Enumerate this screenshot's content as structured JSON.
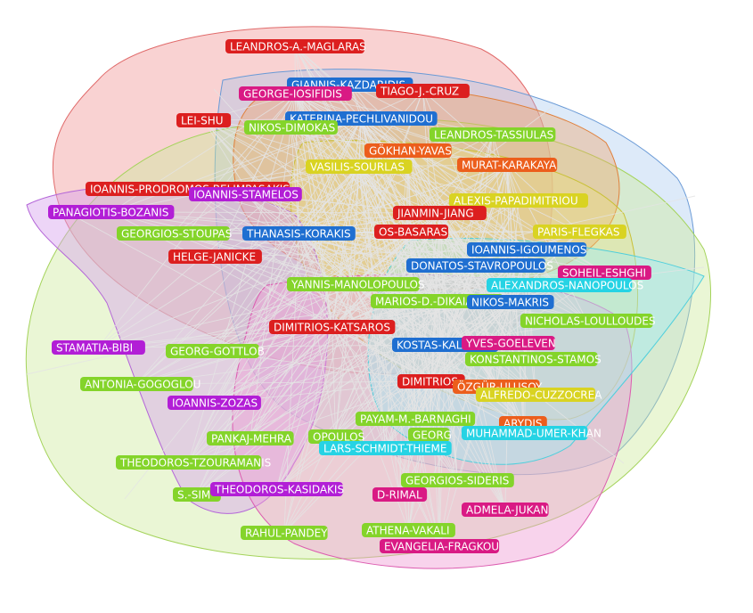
{
  "colors": {
    "red": "#dc1f1f",
    "blue": "#1f6fd1",
    "green": "#84d42a",
    "orange": "#ec5e1c",
    "yellow": "#d9d322",
    "purple": "#b21ed6",
    "pink": "#d91a84",
    "cyan": "#26d3e4"
  },
  "nodes": [
    {
      "label": "LEANDROS-A.-MAGLARAS",
      "color": "red"
    },
    {
      "label": "GIANNIS-KAZDARIDIS",
      "color": "blue"
    },
    {
      "label": "GEORGE-IOSIFIDIS",
      "color": "pink"
    },
    {
      "label": "TIAGO-J.-CRUZ",
      "color": "red"
    },
    {
      "label": "LEI-SHU",
      "color": "red"
    },
    {
      "label": "KATERINA-PECHLIVANIDOU",
      "color": "blue"
    },
    {
      "label": "NIKOS-DIMOKAS",
      "color": "green"
    },
    {
      "label": "LEANDROS-TASSIULAS",
      "color": "green"
    },
    {
      "label": "GÖKHAN-YAVAS",
      "color": "orange"
    },
    {
      "label": "VASILIS-SOURLAS",
      "color": "yellow"
    },
    {
      "label": "MURAT-KARAKAYA",
      "color": "orange"
    },
    {
      "label": "IOANNIS-PRODROMOS-BELIMPASAKIS",
      "color": "red"
    },
    {
      "label": "IOANNIS-STAMELOS",
      "color": "purple"
    },
    {
      "label": "ALEXIS-PAPADIMITRIOU",
      "color": "yellow"
    },
    {
      "label": "PANAGIOTIS-BOZANIS",
      "color": "purple"
    },
    {
      "label": "JIANMIN-JIANG",
      "color": "red"
    },
    {
      "label": "GEORGIOS-STOUPAS",
      "color": "green"
    },
    {
      "label": "THANASIS-KORAKIS",
      "color": "blue"
    },
    {
      "label": "OS-BASARAS",
      "color": "red"
    },
    {
      "label": "PARIS-FLEGKAS",
      "color": "yellow"
    },
    {
      "label": "IOANNIS-IGOUMENOS",
      "color": "blue"
    },
    {
      "label": "HELGE-JANICKE",
      "color": "red"
    },
    {
      "label": "DONATOS-STAVROPOULOS",
      "color": "blue"
    },
    {
      "label": "SOHEIL-ESHGHI",
      "color": "pink"
    },
    {
      "label": "YANNIS-MANOLOPOULOS",
      "color": "green"
    },
    {
      "label": "ALEXANDROS-NANOPOULOS",
      "color": "cyan"
    },
    {
      "label": "MARIOS-D.-DIKAIAKOS",
      "color": "green"
    },
    {
      "label": "NIKOS-MAKRIS",
      "color": "blue"
    },
    {
      "label": "NICHOLAS-LOULLOUDES",
      "color": "green"
    },
    {
      "label": "DIMITRIOS-KATSAROS",
      "color": "red"
    },
    {
      "label": "KOSTAS-KALPAKIS",
      "color": "blue"
    },
    {
      "label": "YVES-GOELEVEN",
      "color": "pink"
    },
    {
      "label": "STAMATIA-BIBI",
      "color": "purple"
    },
    {
      "label": "GEORG-GOTTLOB",
      "color": "green"
    },
    {
      "label": "KONSTANTINOS-STAMOS",
      "color": "green"
    },
    {
      "label": "ANTONIA-GOGOGLOU",
      "color": "green"
    },
    {
      "label": "DIMITRIOS",
      "color": "red"
    },
    {
      "label": "ÖZGÜR-ULUSOY",
      "color": "orange"
    },
    {
      "label": "ALFREDO-CUZZOCREA",
      "color": "yellow"
    },
    {
      "label": "IOANNIS-ZOZAS",
      "color": "purple"
    },
    {
      "label": "PAYAM-M.-BARNAGHI",
      "color": "green"
    },
    {
      "label": "ARYDIS",
      "color": "orange"
    },
    {
      "label": "GEORG",
      "color": "green"
    },
    {
      "label": "MUHAMMAD-UMER-KHAN",
      "color": "cyan"
    },
    {
      "label": "PANKAJ-MEHRA",
      "color": "green"
    },
    {
      "label": "OPOULOS",
      "color": "green"
    },
    {
      "label": "LARS-SCHMIDT-THIEME",
      "color": "cyan"
    },
    {
      "label": "THEODOROS-TZOURAMANIS",
      "color": "green"
    },
    {
      "label": "GEORGIOS-SIDERIS",
      "color": "green"
    },
    {
      "label": "S.-SIM",
      "color": "green"
    },
    {
      "label": "THEODOROS-KASIDAKIS",
      "color": "purple"
    },
    {
      "label": "D-RIMAL",
      "color": "pink"
    },
    {
      "label": "ADMELA-JUKAN",
      "color": "pink"
    },
    {
      "label": "RAHUL-PANDEY",
      "color": "green"
    },
    {
      "label": "ATHENA-VAKALI",
      "color": "green"
    },
    {
      "label": "EVANGELIA-FRAGKOU",
      "color": "pink"
    }
  ]
}
